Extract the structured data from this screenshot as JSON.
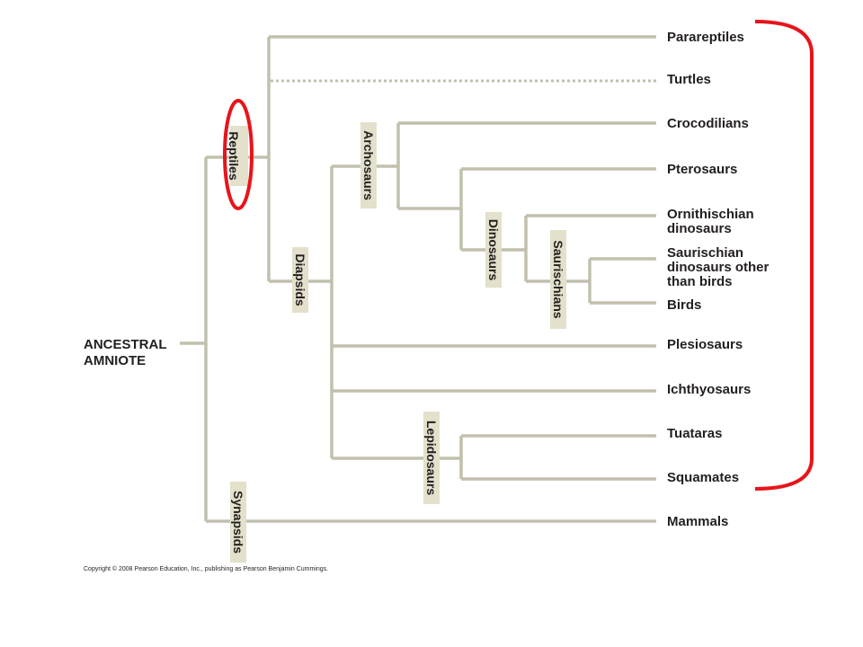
{
  "root": {
    "line1": "ANCESTRAL",
    "line2": "AMNIOTE"
  },
  "taxa": [
    {
      "id": "parareptiles",
      "lines": [
        "Parareptiles"
      ]
    },
    {
      "id": "turtles",
      "lines": [
        "Turtles"
      ]
    },
    {
      "id": "crocodilians",
      "lines": [
        "Crocodilians"
      ]
    },
    {
      "id": "pterosaurs",
      "lines": [
        "Pterosaurs"
      ]
    },
    {
      "id": "ornithischian",
      "lines": [
        "Ornithischian",
        "dinosaurs"
      ]
    },
    {
      "id": "saurischian",
      "lines": [
        "Saurischian",
        "dinosaurs other",
        "than birds"
      ]
    },
    {
      "id": "birds",
      "lines": [
        "Birds"
      ]
    },
    {
      "id": "plesiosaurs",
      "lines": [
        "Plesiosaurs"
      ]
    },
    {
      "id": "ichthyosaurs",
      "lines": [
        "Ichthyosaurs"
      ]
    },
    {
      "id": "tuataras",
      "lines": [
        "Tuataras"
      ]
    },
    {
      "id": "squamates",
      "lines": [
        "Squamates"
      ]
    },
    {
      "id": "mammals",
      "lines": [
        "Mammals"
      ]
    }
  ],
  "clades": {
    "reptiles": "Reptiles",
    "diapsids": "Diapsids",
    "archosaurs": "Archosaurs",
    "dinosaurs": "Dinosaurs",
    "saurischians": "Saurischians",
    "lepidosaurs": "Lepidosaurs",
    "synapsids": "Synapsids"
  },
  "copyright": "Copyright © 2008 Pearson Education, Inc., publishing as Pearson Benjamin Cummings.",
  "colors": {
    "branch": "#c2c0ad",
    "clade_label_bg": "#e3e0cb",
    "highlight": "#e8141b",
    "text": "#231f20"
  }
}
